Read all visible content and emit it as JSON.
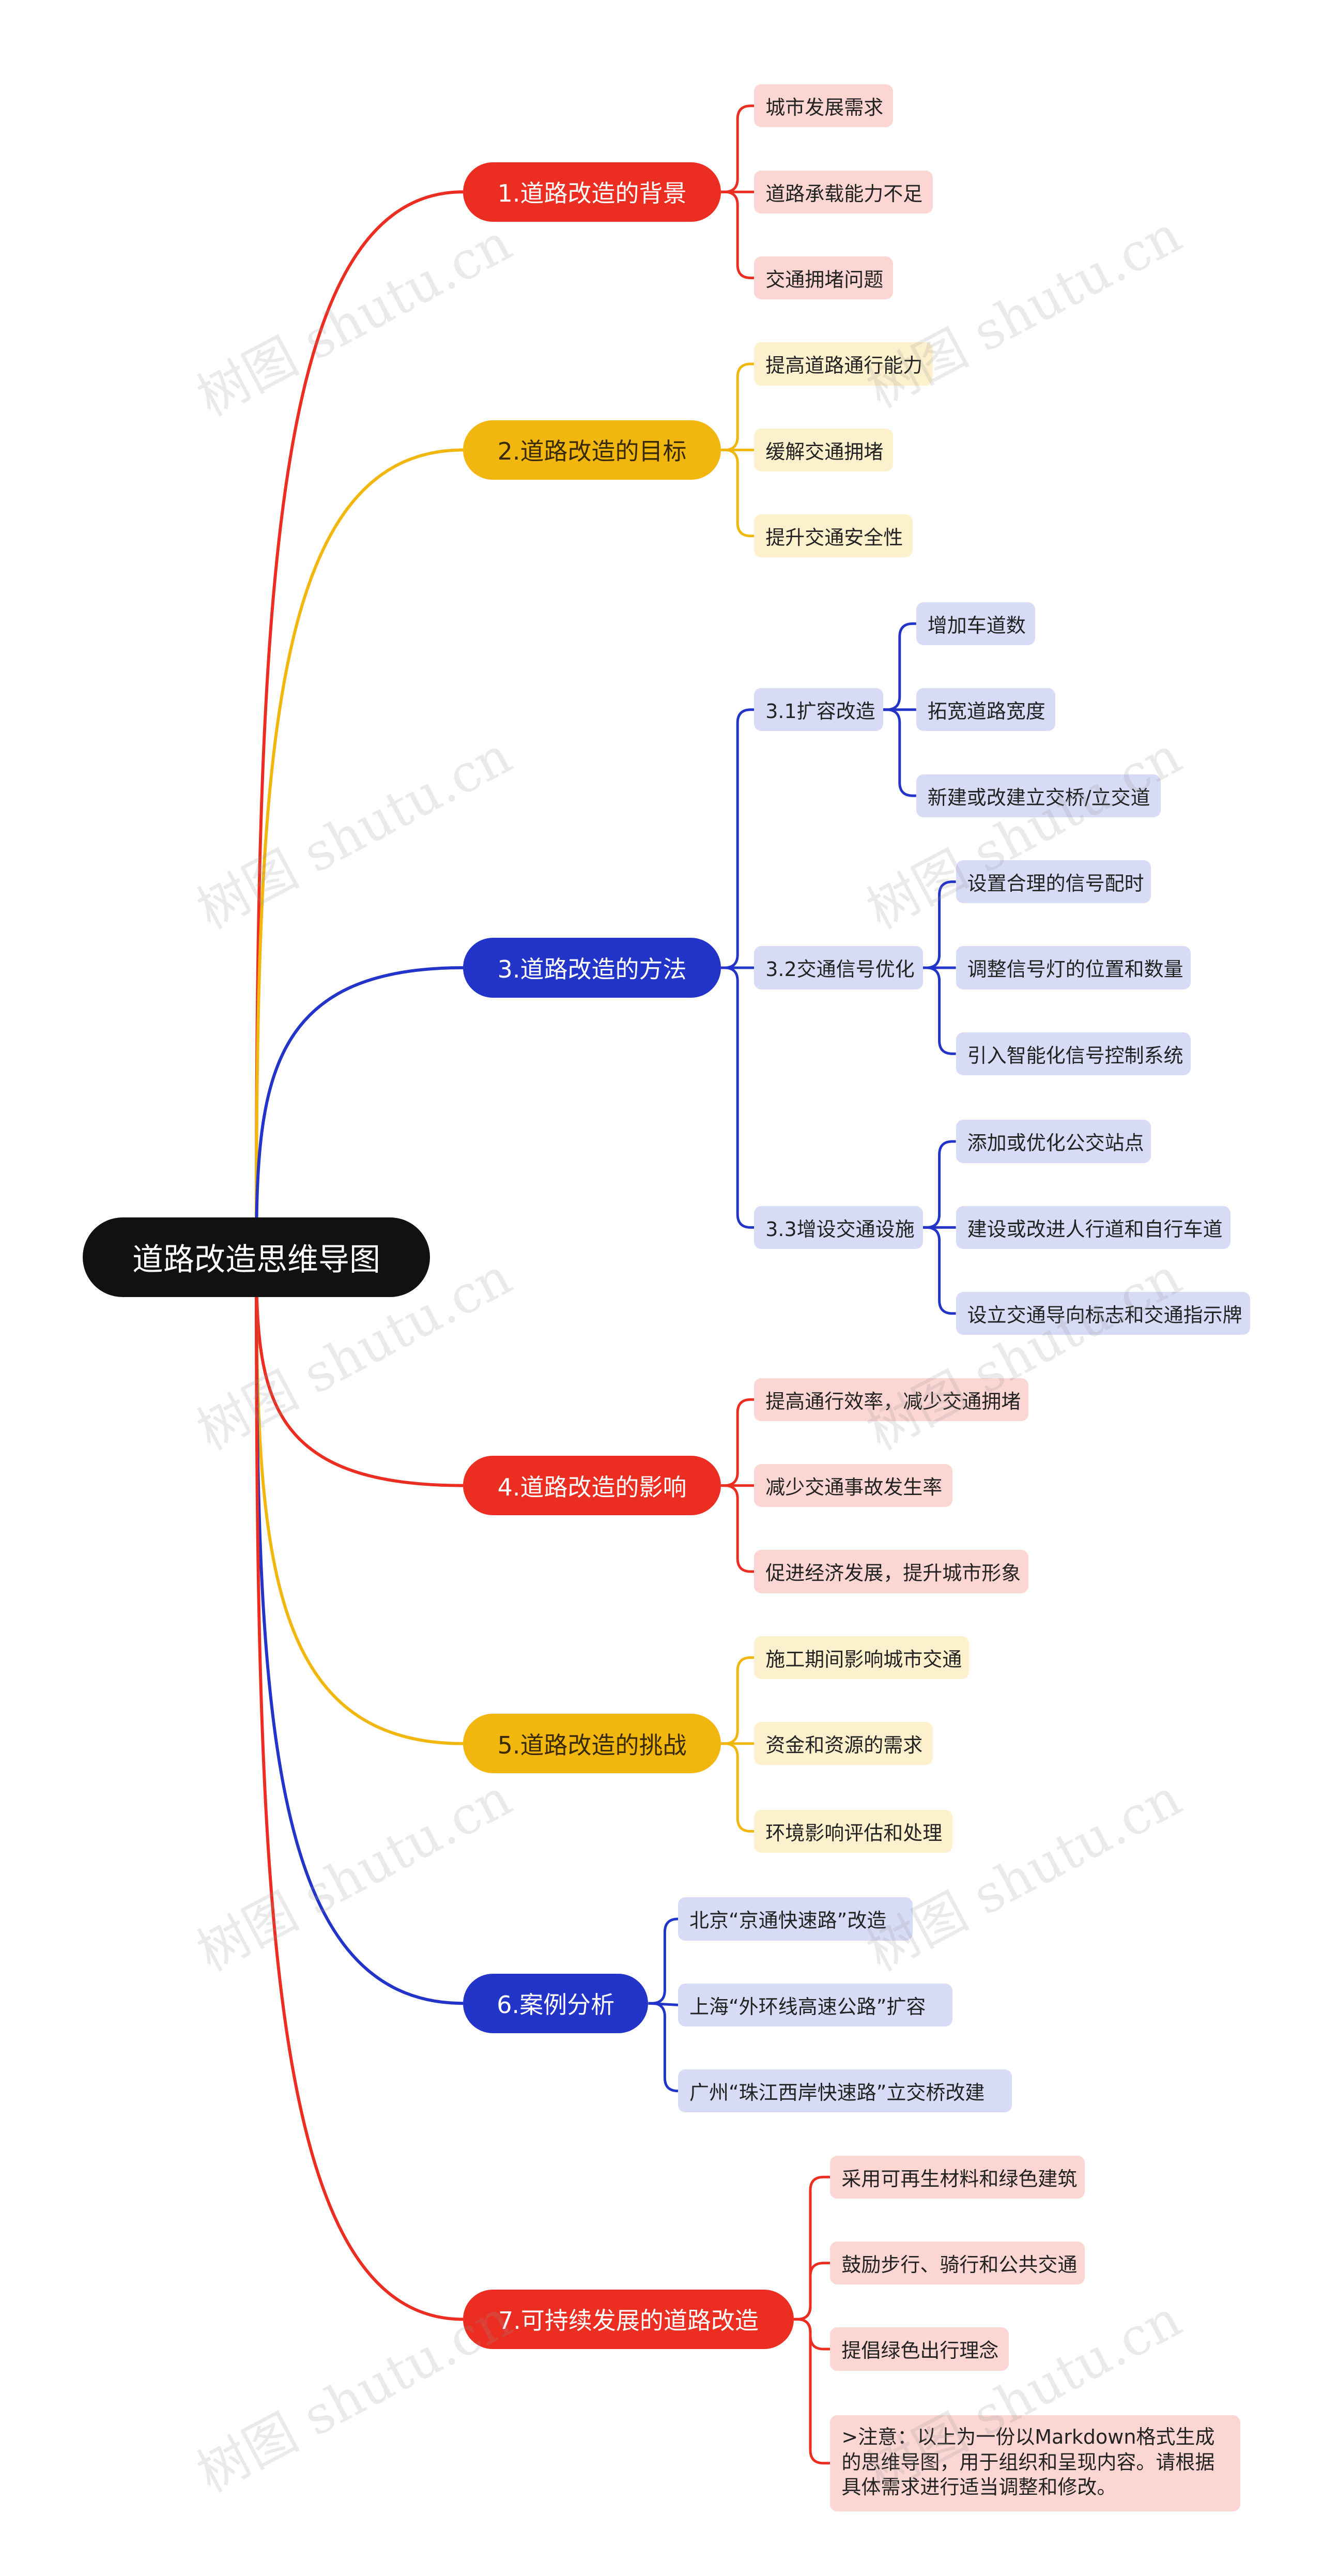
{
  "root": "道路改造思维导图",
  "colors": {
    "red": "#ec2d21",
    "yellow": "#f2b70f",
    "blue": "#2334c8"
  },
  "branches": [
    {
      "label": "1.道路改造的背景",
      "color": "red",
      "children": [
        "城市发展需求",
        "道路承载能力不足",
        "交通拥堵问题"
      ]
    },
    {
      "label": "2.道路改造的目标",
      "color": "yellow",
      "children": [
        "提高道路通行能力",
        "缓解交通拥堵",
        "提升交通安全性"
      ]
    },
    {
      "label": "3.道路改造的方法",
      "color": "blue",
      "children": [
        {
          "label": "3.1扩容改造",
          "children": [
            "增加车道数",
            "拓宽道路宽度",
            "新建或改建立交桥/立交道"
          ]
        },
        {
          "label": "3.2交通信号优化",
          "children": [
            "设置合理的信号配时",
            "调整信号灯的位置和数量",
            "引入智能化信号控制系统"
          ]
        },
        {
          "label": "3.3增设交通设施",
          "children": [
            "添加或优化公交站点",
            "建设或改进人行道和自行车道",
            "设立交通导向标志和交通指示牌"
          ]
        }
      ]
    },
    {
      "label": "4.道路改造的影响",
      "color": "red",
      "children": [
        "提高通行效率，减少交通拥堵",
        "减少交通事故发生率",
        "促进经济发展，提升城市形象"
      ]
    },
    {
      "label": "5.道路改造的挑战",
      "color": "yellow",
      "children": [
        "施工期间影响城市交通",
        "资金和资源的需求",
        "环境影响评估和处理"
      ]
    },
    {
      "label": "6.案例分析",
      "color": "blue",
      "children": [
        "北京“京通快速路”改造",
        "上海“外环线高速公路”扩容",
        "广州“珠江西岸快速路”立交桥改建"
      ]
    },
    {
      "label": "7.可持续发展的道路改造",
      "color": "red",
      "children": [
        "采用可再生材料和绿色建筑",
        "鼓励步行、骑行和公共交通",
        "提倡绿色出行理念",
        ">注意：以上为一份以Markdown格式生成的思维导图，用于组织和呈现内容。请根据具体需求进行适当调整和修改。"
      ]
    }
  ],
  "watermark": "树图 shutu.cn"
}
